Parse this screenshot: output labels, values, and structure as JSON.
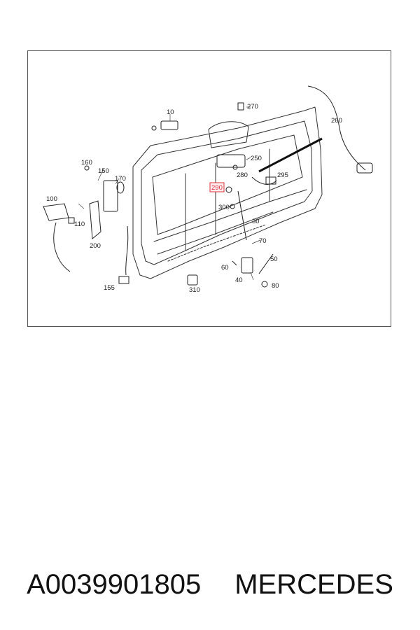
{
  "caption": {
    "part_number": "A0039901805",
    "brand": "MERCEDES"
  },
  "highlight_color": "#e0303a",
  "callouts": {
    "c10": "10",
    "c270": "270",
    "c260": "260",
    "c250": "250",
    "c160": "160",
    "c150": "150",
    "c170": "170",
    "c280": "280",
    "c295": "295",
    "c290": "290",
    "c100": "100",
    "c300": "300",
    "c110": "110",
    "c30": "30",
    "c200": "200",
    "c70": "70",
    "c50": "50",
    "c60": "60",
    "c40": "40",
    "c80": "80",
    "c155": "155",
    "c310": "310"
  }
}
